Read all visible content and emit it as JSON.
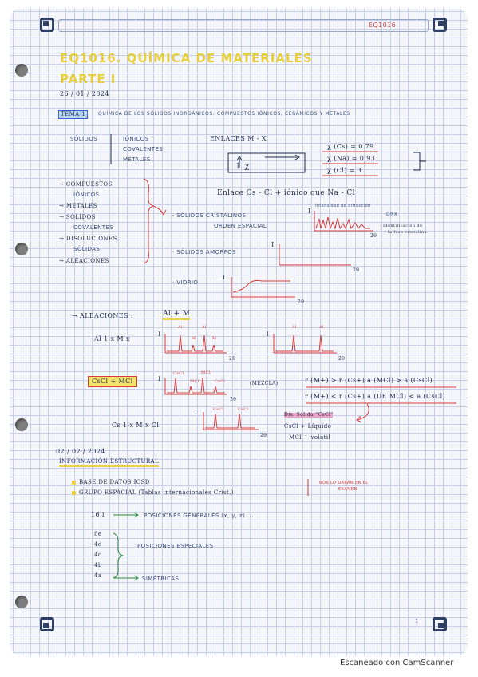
{
  "header_code": "EQ1016",
  "title_line1": "EQ1016. QUÍMICA DE MATERIALES",
  "title_line2": "PARTE I",
  "date1": "26 / 01 / 2024",
  "tema_label": "TEMA 1",
  "tema_text": "QUÍMICA DE LOS SÓLIDOS INORGÁNICOS. COMPUESTOS IÓNICOS, CERÁMICOS Y METALES",
  "solidos": "SÓLIDOS",
  "types": [
    "IÓNICOS",
    "COVALENTES",
    "METALES"
  ],
  "enlaces": "ENLACES M - X",
  "arrow_chi": "↑      χ",
  "chi_values": [
    "χ (Cs) = 0.79",
    "χ (Na) = 0.93",
    "χ (Cl) = 3"
  ],
  "left_list": [
    "→ COMPUESTOS",
    "IÓNICOS",
    "→ METALES",
    "→ SÓLIDOS",
    "COVALENTES",
    "→ DISOLUCIONES",
    "SÓLIDAS",
    "→ ALEACIONES"
  ],
  "enlace_text": "Enlace  Cs - Cl  + iónico  que  Na - Cl",
  "cristalinos_1": "· SÓLIDOS CRISTALINOS",
  "cristalinos_2": "ORDEN ESPACIAL",
  "intensidad": "intensidad de difracción",
  "drx": "DRX",
  "identificacion_1": "· Identificación de",
  "identificacion_2": "la fase cristalina",
  "amorfos": "· SÓLIDOS AMORFOS",
  "vidrio": "· VIDRIO",
  "axis_I": "I",
  "axis_2theta": "2θ",
  "aleaciones_head": "→ ALEACIONES :",
  "alloy_formula": "Al + M",
  "alloy_general": "Al 1-x M x",
  "peak_al": "Al",
  "peak_m": "M",
  "cscl_box": "CsCl + MCl",
  "peak_cscl": "CsCl",
  "peak_mcl": "MCl",
  "mezcla": "(MEZCLA)",
  "ineq1": "r (M+) > r (Cs+)   a (MCl) > a (CsCl)",
  "ineq2": "r (M+) < r (Cs+)   a (DE MCl) < a (CsCl)",
  "solid_solution": "Cs 1-x M x Cl",
  "dis_solida": "Dis. Sólida \"CsCl\"",
  "liquido": "CsCl + Líquido",
  "volatil": "MCl ↑ volátil",
  "date2": "02 / 02 / 2024",
  "info_head": "INFORMACIÓN ESTRUCTURAL",
  "bullet1": "BASE DE DATOS  ICSD",
  "bullet2": "GRUPO ESPACIAL  (Tablas internacionales Crist.)",
  "side_note_1": "NOS LO DARÁN EN EL",
  "side_note_2": "EXAMEN",
  "wyckoff_16": "16 i",
  "posiciones_generales": "POSICIONES GENERALES (x, y, z) ...",
  "wyckoff_list": [
    "8e",
    "4d",
    "4c",
    "4b",
    "4a"
  ],
  "posiciones_especiales": "POSICIONES ESPECIALES",
  "simetricas": "SIMÉTRICAS",
  "page_number": "1",
  "footer": "Escaneado con CamScanner",
  "colors": {
    "highlight_yellow": "#f2e26a",
    "ink_red": "#d83a3a",
    "ink_blue": "#1e2a48",
    "grid": "#c7d0e8",
    "highlight_pink": "#e8a3c6"
  }
}
